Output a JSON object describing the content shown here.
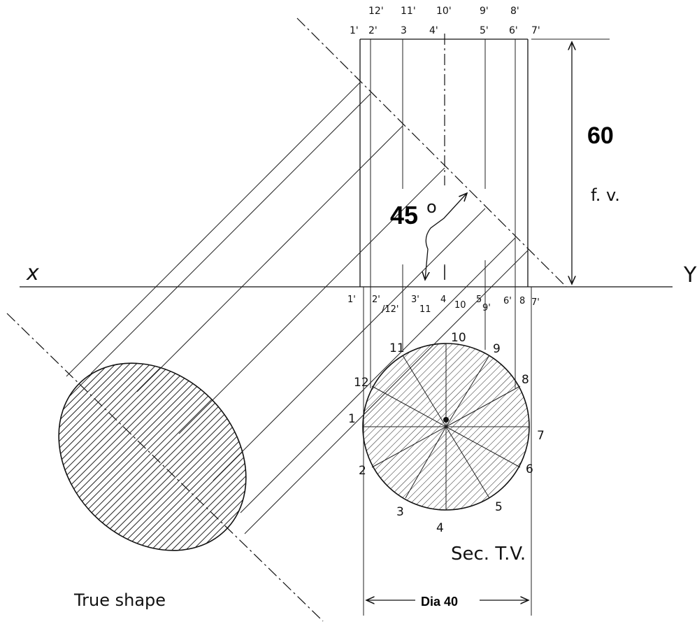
{
  "labels": {
    "dim_height": "60",
    "fv": "f. v.",
    "angle": "45",
    "angle_unit": "o",
    "x_label": "x",
    "y_label": "Y",
    "sec_tv": "Sec. T.V.",
    "true_shape": "True shape",
    "dia": "Dia 40"
  },
  "fv_top_labels": {
    "top_row": [
      "12'",
      "11'",
      "10'",
      "9'",
      "8'"
    ],
    "bottom_row": [
      "1'",
      "2'",
      "3",
      "4'",
      "5'",
      "6'",
      "7'"
    ]
  },
  "xy_labels": [
    "1'",
    "2'",
    "/12'",
    "3'",
    "11",
    "4",
    "10",
    "5",
    "9'",
    "6'",
    "8",
    "7'"
  ],
  "circle_labels": [
    "1",
    "2",
    "3",
    "4",
    "5",
    "6",
    "7",
    "8",
    "9",
    "10",
    "11",
    "12"
  ]
}
